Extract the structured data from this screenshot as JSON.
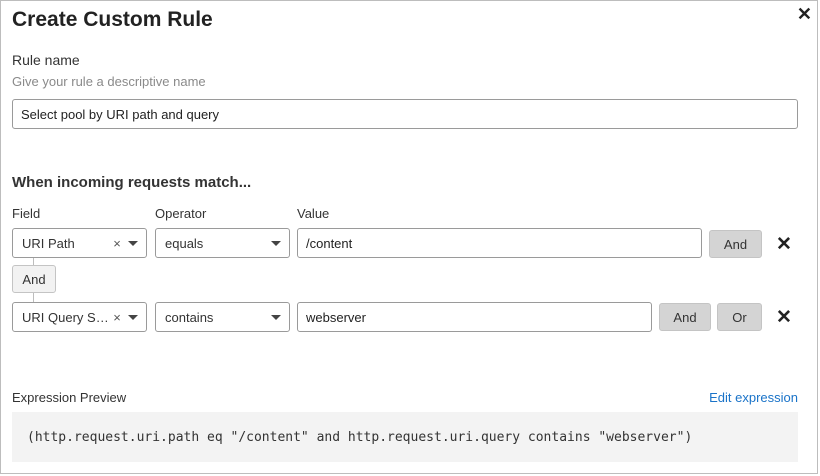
{
  "dialog": {
    "title": "Create Custom Rule",
    "close_icon": "close-icon"
  },
  "rule_name": {
    "label": "Rule name",
    "hint": "Give your rule a descriptive name",
    "value": "Select pool by URI path and query"
  },
  "match": {
    "heading": "When incoming requests match...",
    "columns": {
      "field": "Field",
      "operator": "Operator",
      "value": "Value"
    },
    "rows": [
      {
        "field": "URI Path",
        "operator": "equals",
        "value": "/content",
        "buttons": [
          "And"
        ]
      },
      {
        "field": "URI Query St...",
        "operator": "contains",
        "value": "webserver",
        "buttons": [
          "And",
          "Or"
        ]
      }
    ],
    "connector": "And",
    "clear_glyph": "×",
    "delete_glyph": "✕"
  },
  "expression": {
    "label": "Expression Preview",
    "edit_link": "Edit expression",
    "text": "(http.request.uri.path eq \"/content\" and http.request.uri.query contains \"webserver\")"
  },
  "colors": {
    "link": "#1a73c8",
    "button_bg": "#d4d4d4",
    "preview_bg": "#f3f3f3"
  }
}
